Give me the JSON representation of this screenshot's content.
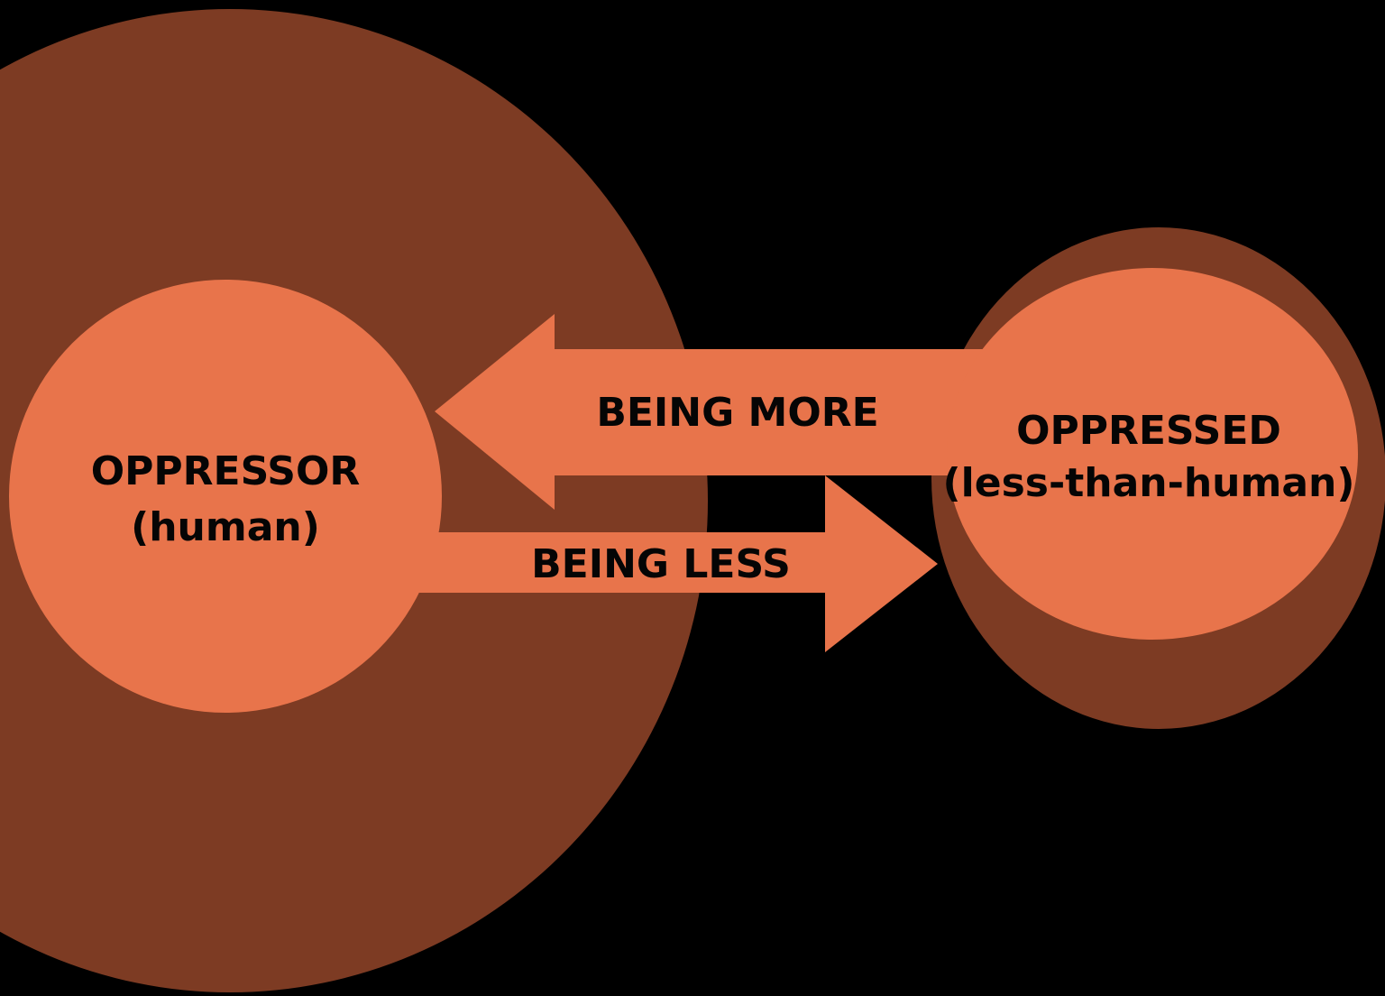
{
  "diagram": {
    "left_circle": {
      "title": "OPPRESSOR",
      "subtitle": "(human)"
    },
    "right_circle": {
      "title": "OPPRESSED",
      "subtitle": "(less-than-human)"
    },
    "arrows": {
      "top_label": "BEING MORE",
      "bottom_label": "BEING LESS"
    },
    "colors": {
      "background": "#000000",
      "halo": "#7D3B23",
      "circle": "#E8744B",
      "arrow": "#E8744B",
      "text": "#050505"
    }
  }
}
